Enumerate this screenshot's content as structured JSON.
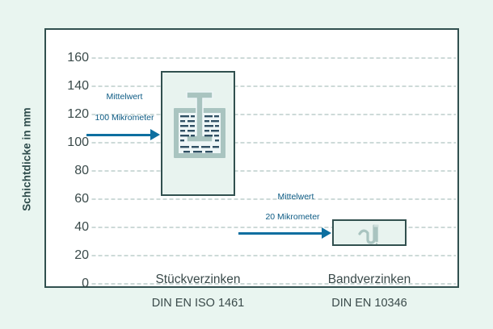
{
  "figure": {
    "y_axis_title": "Schichtdicke in mm",
    "background_color": "#e9f5f0",
    "frame_color": "#31504f",
    "accent_color": "#0d6fa0"
  },
  "annotations": [
    {
      "id": "stueck",
      "line1": "Mittelwert",
      "line2": "100 Mikrometer",
      "icon": "galvanizing-bath-icon"
    },
    {
      "id": "band",
      "line1": "Mittelwert",
      "line2": "20 Mikrometer",
      "icon": "coil-coating-icon"
    }
  ],
  "categories": [
    {
      "label": "Stückverzinken",
      "standard": "DIN EN ISO 1461"
    },
    {
      "label": "Bandverzinken",
      "standard": "DIN EN 10346"
    }
  ],
  "chart_data": {
    "type": "bar",
    "title": "",
    "subtitle": "",
    "xlabel": "",
    "ylabel": "Schichtdicke in mm",
    "categories": [
      "Stückverzinken",
      "Bandverzinken"
    ],
    "values": [
      100,
      20
    ],
    "ylim": [
      0,
      160
    ],
    "yticks": [
      0,
      20,
      40,
      60,
      80,
      100,
      120,
      140,
      160
    ],
    "ytick_labels": [
      "0",
      "20",
      "40",
      "60",
      "80",
      "100",
      "120",
      "140",
      "160"
    ],
    "grid": true,
    "grid_style": "dotted-horizontal",
    "legend": "none",
    "annotations": [
      {
        "category": "Stückverzinken",
        "text": "Mittelwert 100 Mikrometer",
        "value": 100
      },
      {
        "category": "Bandverzinken",
        "text": "Mittelwert 20 Mikrometer",
        "value": 20
      }
    ],
    "category_standards": [
      "DIN EN ISO 1461",
      "DIN EN 10346"
    ],
    "series": [
      {
        "name": "Schichtdicke",
        "values": [
          100,
          20
        ]
      }
    ]
  }
}
